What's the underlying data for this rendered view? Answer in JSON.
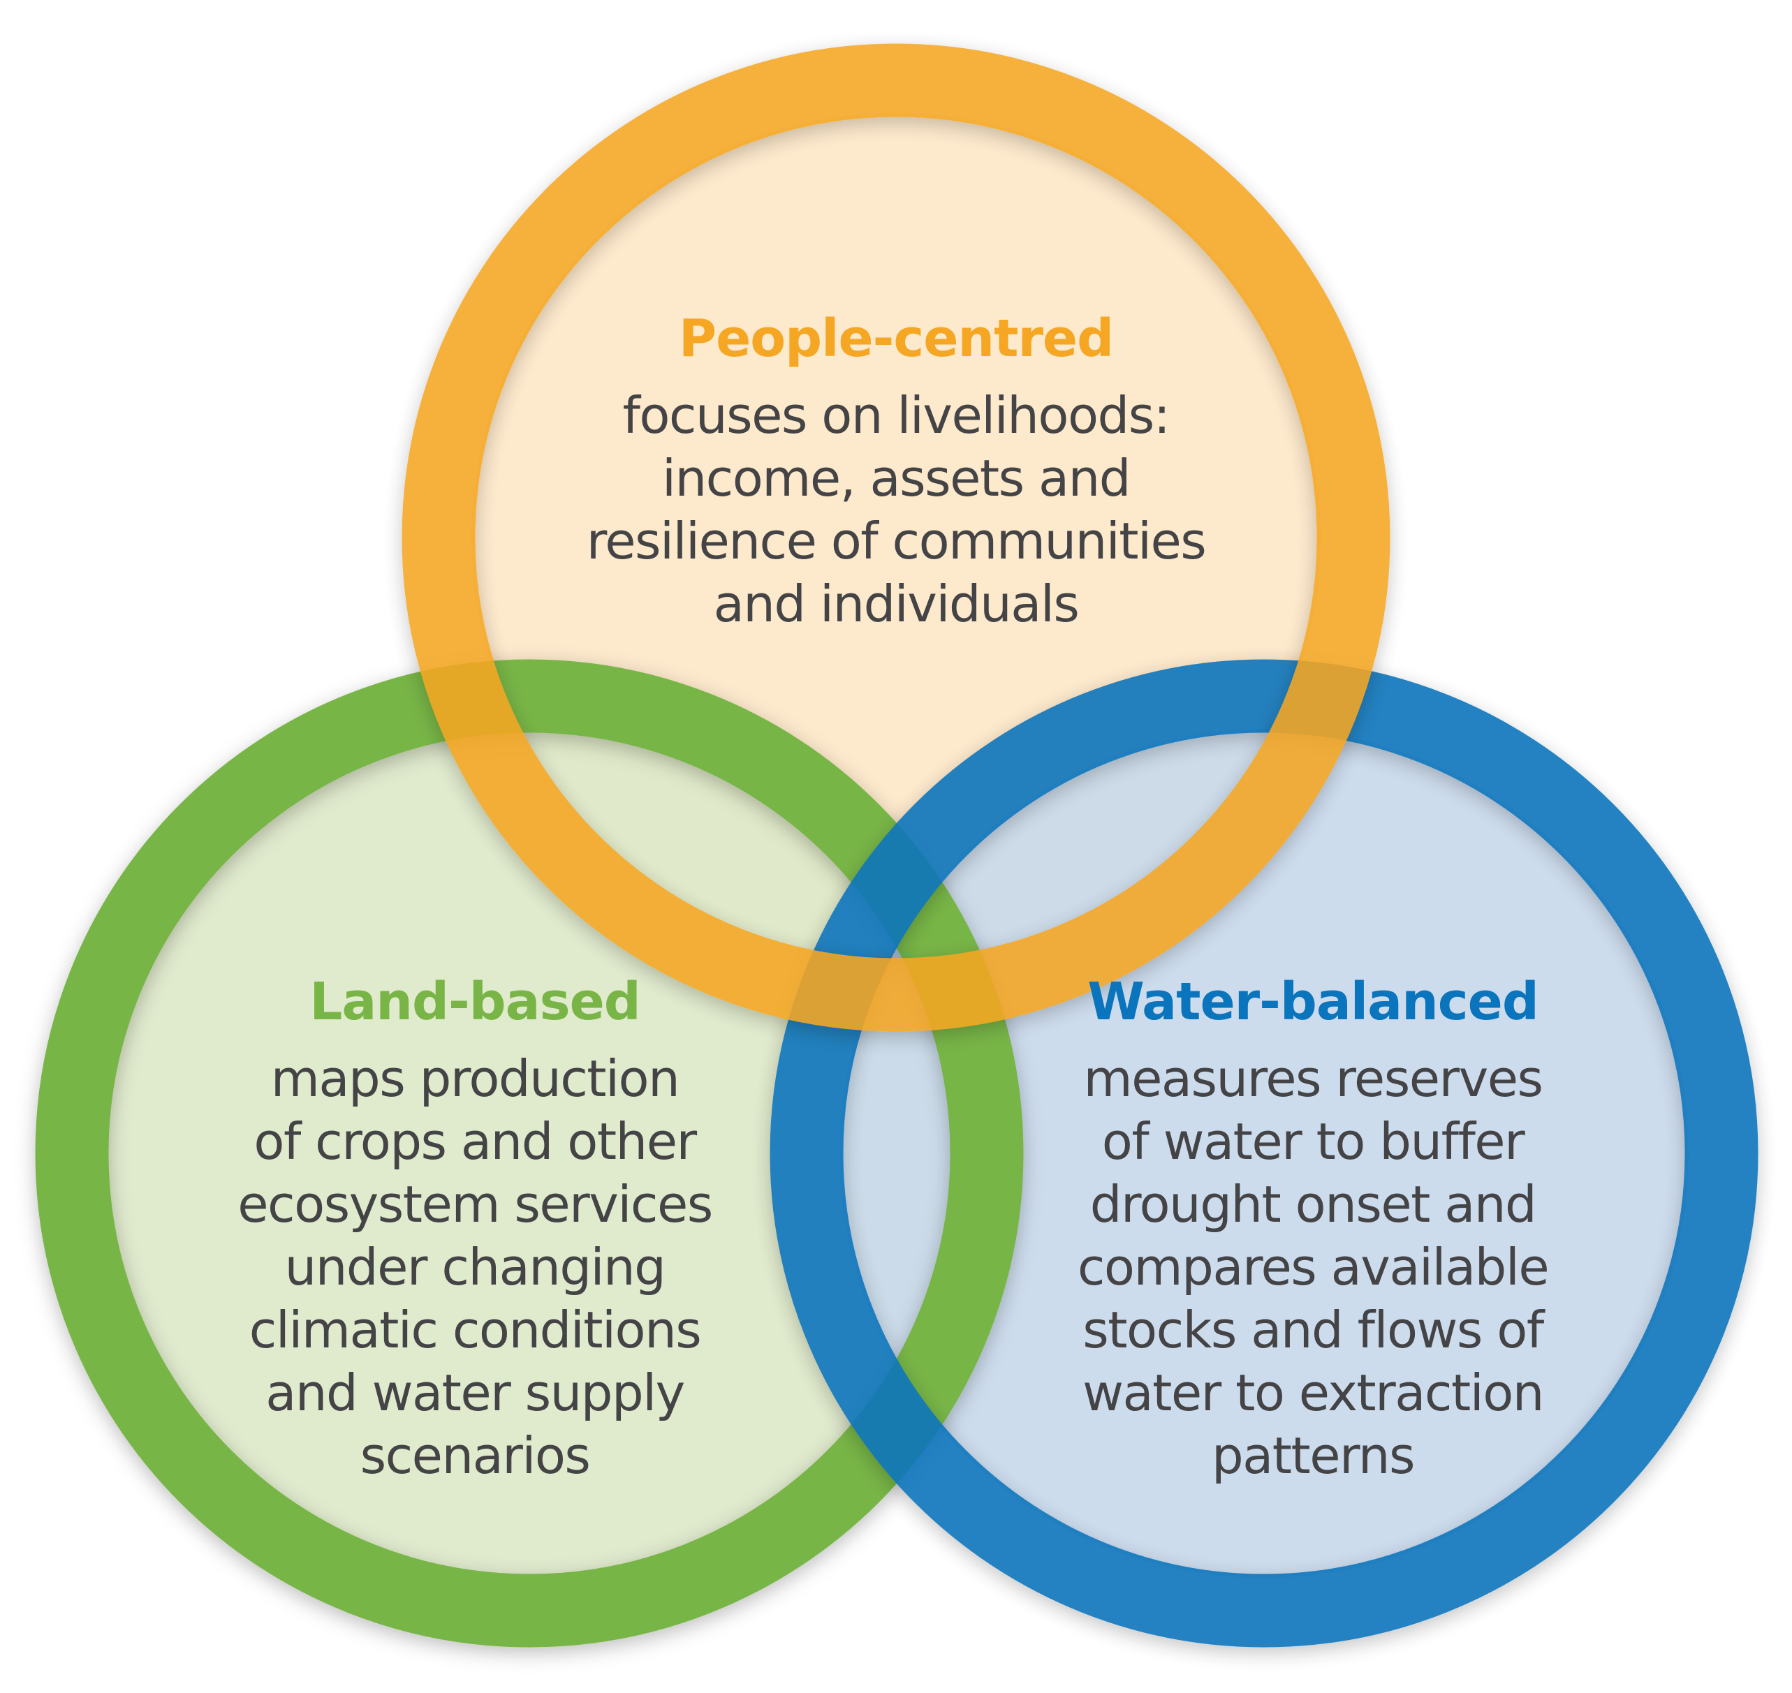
{
  "diagram": {
    "colors": {
      "people": "#F5A623",
      "people_fill": "#FDE9CC",
      "land": "#78B546",
      "land_fill": "#DDE8C9",
      "water": "#0A74BC",
      "water_fill": "#C9D9EC",
      "text": "#444446"
    },
    "circles": [
      {
        "id": "people",
        "heading": "People-centred",
        "lines": [
          "focuses on livelihoods:",
          "income, assets and",
          "resilience of communities",
          "and individuals"
        ]
      },
      {
        "id": "land",
        "heading": "Land-based",
        "lines": [
          "maps production",
          "of crops and other",
          "ecosystem services",
          "under changing",
          "climatic conditions",
          "and water supply",
          "scenarios"
        ]
      },
      {
        "id": "water",
        "heading": "Water-balanced",
        "lines": [
          "measures reserves",
          "of water to buffer",
          "drought onset and",
          "compares available",
          "stocks and flows of",
          "water to extraction",
          "patterns"
        ]
      }
    ]
  }
}
